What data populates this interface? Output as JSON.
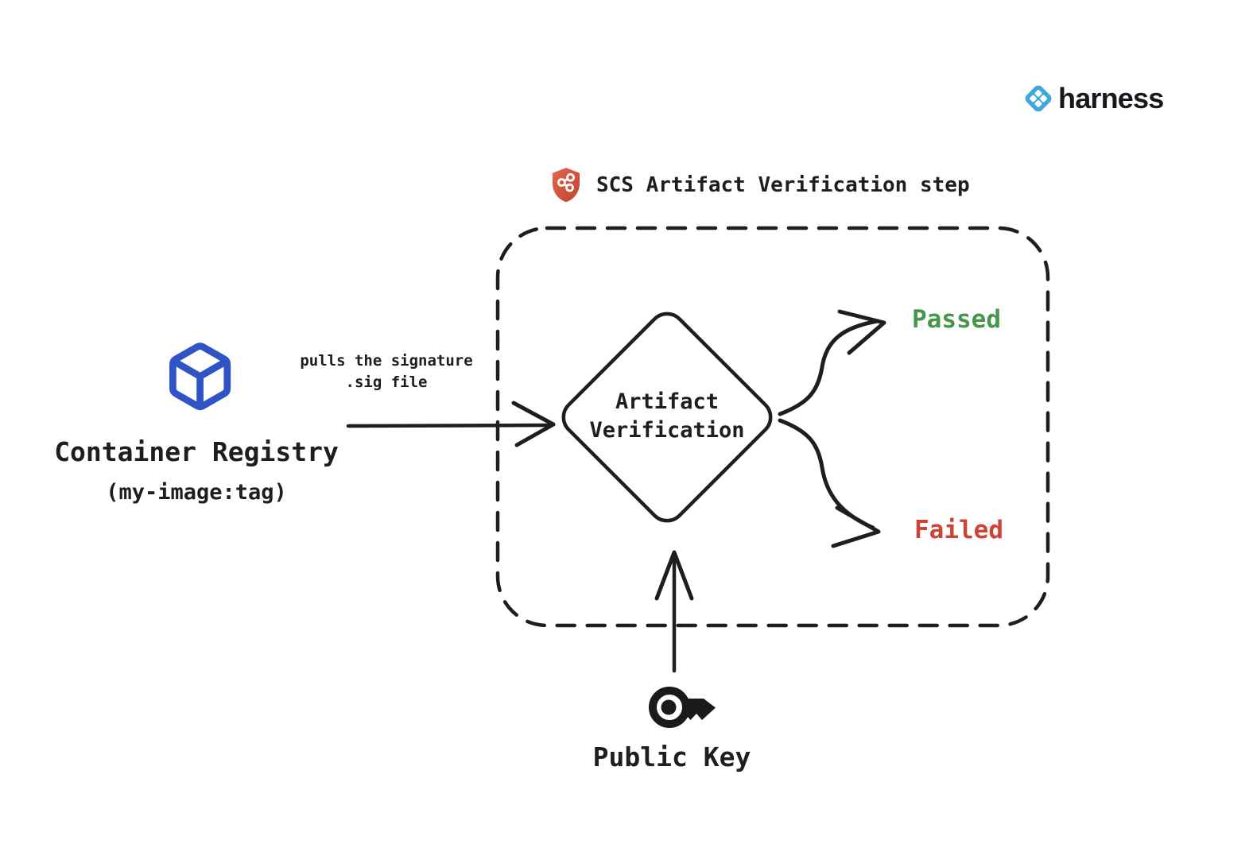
{
  "canvas": {
    "background": "#FFFFFF",
    "ink": "#1E1E1E"
  },
  "brand": {
    "icon": "harness-logo-icon",
    "icon_color": "#3FA7DB",
    "wordmark": "harness",
    "wordmark_color": "#17171E"
  },
  "header": {
    "icon": "supply-chain-shield-icon",
    "icon_color": "#D6503C",
    "title": "SCS Artifact Verification step"
  },
  "nodes": {
    "container_registry": {
      "icon": "cube-icon",
      "icon_color": "#2F54C8",
      "label": "Container Registry",
      "sublabel": "(my-image:tag)"
    },
    "artifact_verification": {
      "shape": "decision-diamond",
      "line1": "Artifact",
      "line2": "Verification"
    },
    "public_key": {
      "icon": "key-icon",
      "icon_color": "#1A1A1A",
      "label": "Public Key"
    }
  },
  "edges": {
    "pull": {
      "line1": "pulls the signature",
      "line2": ".sig file"
    },
    "outcomes": [
      {
        "label": "Passed",
        "color": "#44974A"
      },
      {
        "label": "Failed",
        "color": "#CF4337"
      }
    ]
  }
}
